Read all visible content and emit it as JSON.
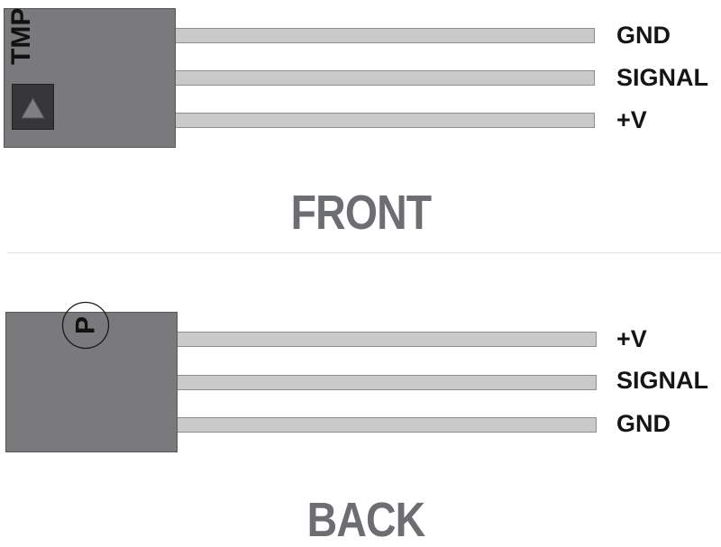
{
  "front": {
    "title": "FRONT",
    "body_text": "TMP",
    "pins": [
      "GND",
      "SIGNAL",
      "+V"
    ]
  },
  "back": {
    "title": "BACK",
    "marking": "P",
    "pins": [
      "+V",
      "SIGNAL",
      "GND"
    ]
  },
  "colors": {
    "body": "#7a7a7c",
    "lead": "#c9c9c9",
    "title": "#6d6e71",
    "label": "#151515"
  },
  "icons": {
    "front_marker": "triangle-icon",
    "back_marker": "circled-p-icon"
  }
}
